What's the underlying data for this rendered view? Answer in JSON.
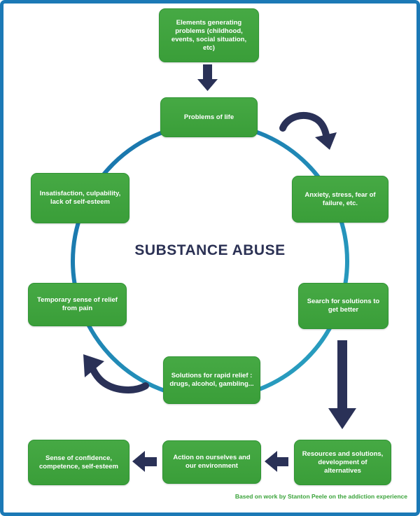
{
  "title": "SUBSTANCE ABUSE",
  "caption": "Based on work by Stanton Peele on the addiction experience",
  "colors": {
    "box_green": "#3ea23d",
    "box_border_green": "#2f9434",
    "arrow_navy": "#2a3157",
    "ring_blue_start": "#1770aa",
    "ring_blue_end": "#2ba3c2",
    "frame_blue": "#1b79b6",
    "title_navy": "#2b3154",
    "caption_green": "#3aa33a",
    "box_text": "#ffffff"
  },
  "boxes": {
    "elements": {
      "label": "Elements generating problems (childhood, events, social situation, etc)"
    },
    "problems": {
      "label": "Problems of life"
    },
    "anxiety": {
      "label": "Anxiety, stress, fear of failure, etc."
    },
    "insatisfaction": {
      "label": "Insatisfaction, culpability, lack of self-esteem"
    },
    "search": {
      "label": "Search for solutions to get better"
    },
    "temporary": {
      "label": "Temporary sense of relief from pain"
    },
    "solutions": {
      "label": "Solutions for rapid relief : drugs, alcohol, gambling..."
    },
    "resources": {
      "label": "Resources and solutions, development of alternatives"
    },
    "action": {
      "label": "Action on ourselves and our environment"
    },
    "confidence": {
      "label": "Sense of confidence, competence, self-esteem"
    }
  }
}
